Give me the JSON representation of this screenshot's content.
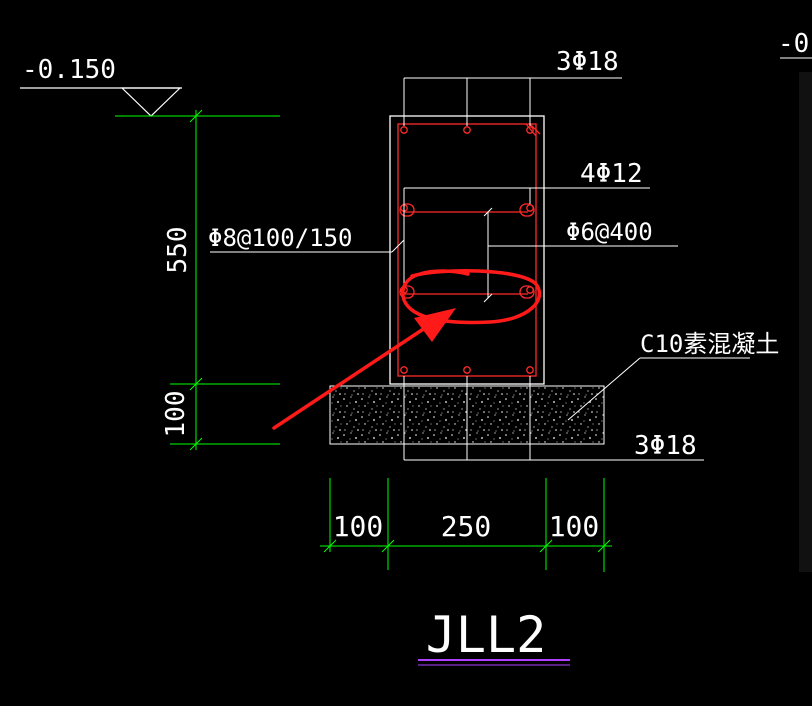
{
  "colors": {
    "background": "#000000",
    "line": "#ffffff",
    "dimension": "#00ff00",
    "rebar": "#ff2a2a",
    "annotation": "#ff1a1a",
    "title_underline": "#b040ff"
  },
  "labels": {
    "elevation": "-0.150",
    "edge_elevation": "-0",
    "top_rebar": "3Φ18",
    "side_rebar": "4Φ12",
    "stirrup": "Φ8@100/150",
    "tie_bar": "Φ6@400",
    "bottom_rebar": "3Φ18",
    "blinding": "C10素混凝土"
  },
  "dimensions": {
    "beam_height": "550",
    "blinding_thickness": "100",
    "left_offset": "100",
    "beam_width": "250",
    "right_offset": "100"
  },
  "title": "JLL2",
  "icons": {
    "elevation_marker": "triangle-elevation-icon",
    "highlight_marker": "red-circle-arrow-icon"
  }
}
